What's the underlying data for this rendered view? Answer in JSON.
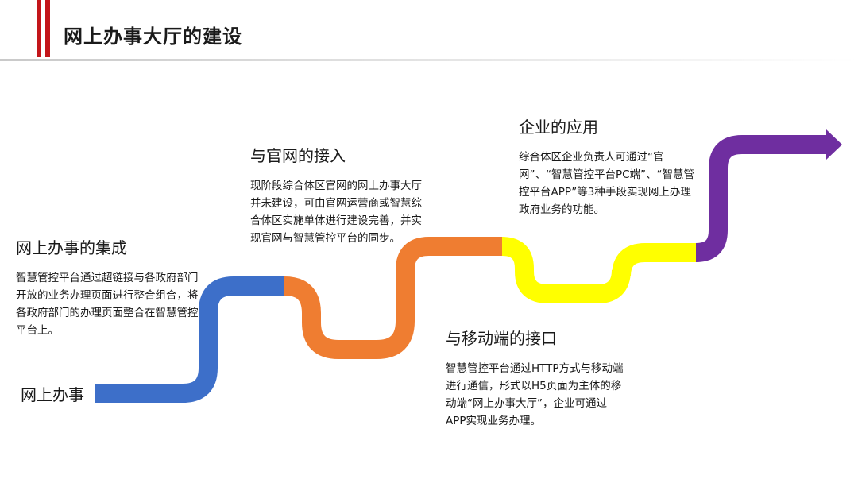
{
  "header": {
    "title": "网上办事大厅的建设"
  },
  "start_label": "网上办事",
  "path_colors": {
    "segment1": "#3d6fc9",
    "segment2": "#ef7d31",
    "segment3": "#ffff00",
    "segment4": "#6f2ea0"
  },
  "sections": [
    {
      "title": "网上办事的集成",
      "body": "智慧管控平台通过超链接与各政府部门开放的业务办理页面进行整合组合，将各政府部门的办理页面整合在智慧管控平台上。"
    },
    {
      "title": "与官网的接入",
      "body": "现阶段综合体区官网的网上办事大厅并未建设，可由官网运营商或智慧综合体区实施单体进行建设完善，并实现官网与智慧管控平台的同步。"
    },
    {
      "title": "与移动端的接口",
      "body": "智慧管控平台通过HTTP方式与移动端进行通信，形式以H5页面为主体的移动端“网上办事大厅”，企业可通过APP实现业务办理。"
    },
    {
      "title": "企业的应用",
      "body": "综合体区企业负责人可通过“官网”、“智慧管控平台PC端”、“智慧管控平台APP”等3种手段实现网上办理政府业务的功能。"
    }
  ]
}
